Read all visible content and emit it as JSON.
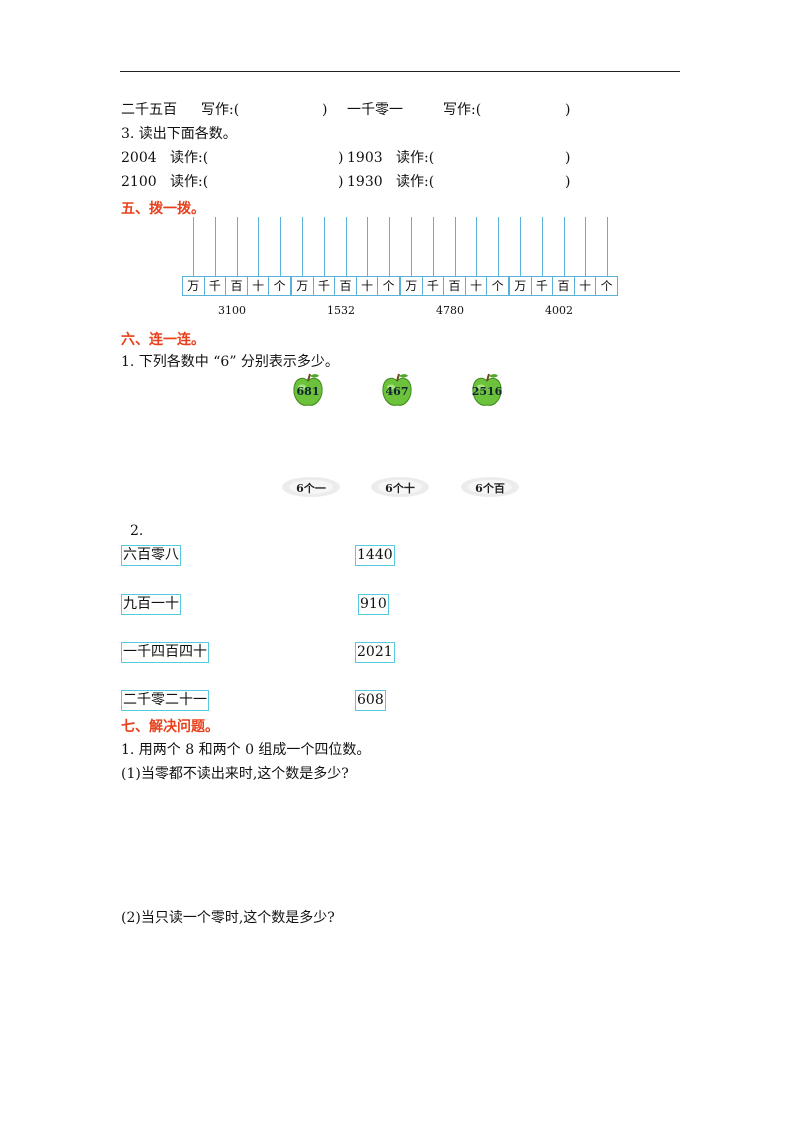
{
  "section4_tail": {
    "row1": {
      "a": "二千五百",
      "a_label": "写作:(",
      "a_close": ")",
      "b": "一千零一",
      "b_label": "写作:(",
      "b_close": ")"
    }
  },
  "q3": {
    "title": "3. 读出下面各数。",
    "rows": [
      {
        "n1": "2004",
        "label1": "读作:(",
        "close1": ")",
        "n2": "1903",
        "label2": "读作:(",
        "close2": ")"
      },
      {
        "n1": "2100",
        "label1": "读作:(",
        "close1": ")",
        "n2": "1930",
        "label2": "读作:(",
        "close2": ")"
      }
    ]
  },
  "section5": {
    "title": "五、拨一拨。",
    "place_labels": [
      "万",
      "千",
      "百",
      "十",
      "个"
    ],
    "numbers": [
      "3100",
      "1532",
      "4780",
      "4002"
    ]
  },
  "section6": {
    "title": "六、连一连。",
    "q1": "1. 下列各数中 “6” 分别表示多少。",
    "apples": [
      "681",
      "467",
      "2516"
    ],
    "stones": [
      "6个一",
      "6个十",
      "6个百"
    ],
    "q2_label": "2.",
    "left": [
      "六百零八",
      "九百一十",
      "一千四百四十",
      "二千零二十一"
    ],
    "right": [
      "1440",
      "910",
      "2021",
      "608"
    ]
  },
  "section7": {
    "title": "七、解决问题。",
    "q1": "1. 用两个 8 和两个 0 组成一个四位数。",
    "p1": "(1)当零都不读出来时,这个数是多少?",
    "p2": "(2)当只读一个零时,这个数是多少?"
  },
  "colors": {
    "accent_red": "#e8401c",
    "frame_blue": "#5ab3d6",
    "box_cyan": "#56c8e0",
    "apple_green": "#6cc23a"
  }
}
